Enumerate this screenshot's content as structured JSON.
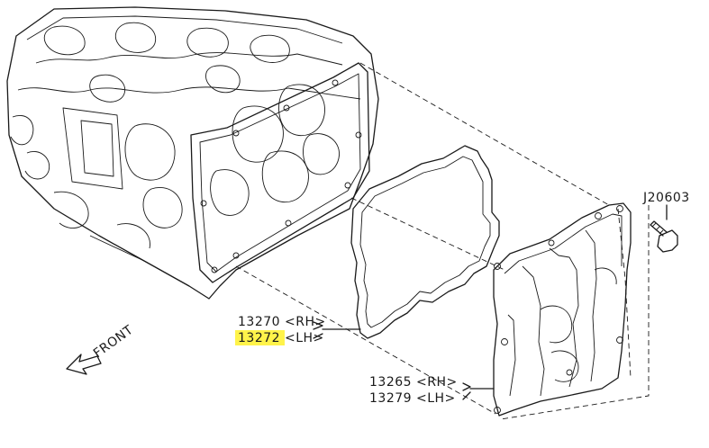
{
  "parts": {
    "bolt": {
      "code": "J20603"
    },
    "gasket": {
      "rh": "13270 <RH>",
      "lh_code": "13272",
      "lh_suffix": " <LH>"
    },
    "cover": {
      "rh": "13265 <RH>",
      "lh": "13279 <LH>"
    }
  },
  "front_label": "FRONT",
  "colors": {
    "highlight": "#fff34a",
    "ink": "#1a1a1a"
  }
}
